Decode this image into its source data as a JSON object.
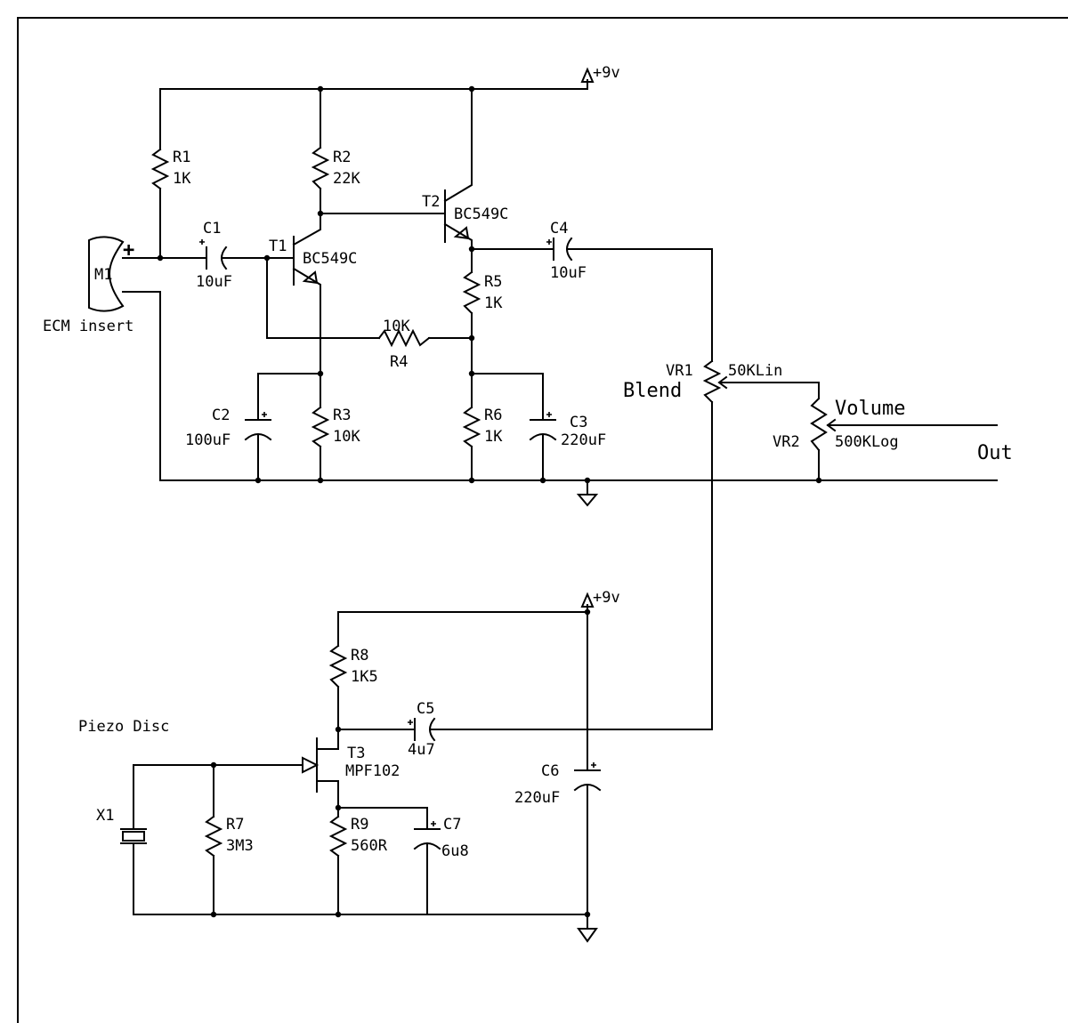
{
  "supply": {
    "top_label": "+9v",
    "bottom_label": "+9v"
  },
  "mic": {
    "ref": "M1",
    "polarity": "+",
    "desc": "ECM insert"
  },
  "piezo": {
    "ref": "X1",
    "desc": "Piezo Disc"
  },
  "resistors": {
    "r1": {
      "ref": "R1",
      "value": "1K"
    },
    "r2": {
      "ref": "R2",
      "value": "22K"
    },
    "r3": {
      "ref": "R3",
      "value": "10K"
    },
    "r4": {
      "ref": "R4",
      "value": "10K"
    },
    "r5": {
      "ref": "R5",
      "value": "1K"
    },
    "r6": {
      "ref": "R6",
      "value": "1K"
    },
    "r7": {
      "ref": "R7",
      "value": "3M3"
    },
    "r8": {
      "ref": "R8",
      "value": "1K5"
    },
    "r9": {
      "ref": "R9",
      "value": "560R"
    }
  },
  "capacitors": {
    "c1": {
      "ref": "C1",
      "value": "10uF"
    },
    "c2": {
      "ref": "C2",
      "value": "100uF"
    },
    "c3": {
      "ref": "C3",
      "value": "220uF"
    },
    "c4": {
      "ref": "C4",
      "value": "10uF"
    },
    "c5": {
      "ref": "C5",
      "value": "4u7"
    },
    "c6": {
      "ref": "C6",
      "value": "220uF"
    },
    "c7": {
      "ref": "C7",
      "value": "6u8"
    }
  },
  "transistors": {
    "t1": {
      "ref": "T1",
      "part": "BC549C"
    },
    "t2": {
      "ref": "T2",
      "part": "BC549C"
    },
    "t3": {
      "ref": "T3",
      "part": "MPF102"
    }
  },
  "pots": {
    "vr1": {
      "ref": "VR1",
      "value": "50KLin",
      "function": "Blend"
    },
    "vr2": {
      "ref": "VR2",
      "value": "500KLog",
      "function": "Volume"
    }
  },
  "output": {
    "label": "Out"
  }
}
